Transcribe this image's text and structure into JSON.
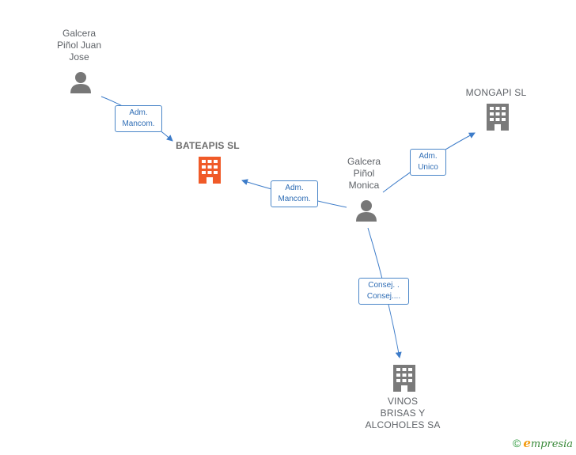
{
  "nodes": {
    "juan_jose": {
      "label": "Galcera\nPiñol Juan\nJose",
      "type": "person"
    },
    "bateapis": {
      "label": "BATEAPIS  SL",
      "type": "company",
      "color": "#f05a28"
    },
    "monica": {
      "label": "Galcera\nPiñol\nMonica",
      "type": "person"
    },
    "mongapi": {
      "label": "MONGAPI SL",
      "type": "company",
      "color": "#7a7a7a"
    },
    "vinos": {
      "label": "VINOS\nBRISAS Y\nALCOHOLES SA",
      "type": "company",
      "color": "#7a7a7a"
    }
  },
  "edges": {
    "e1": {
      "label": "Adm.\nMancom."
    },
    "e2": {
      "label": "Adm.\nMancom."
    },
    "e3": {
      "label": "Adm.\nUnico"
    },
    "e4": {
      "label": "Consej. .\nConsej...."
    }
  },
  "colors": {
    "edge": "#3d7cc9",
    "person_icon": "#777777",
    "company_icon": "#7a7a7a",
    "highlight_company": "#f05a28"
  },
  "footer": {
    "copyright": "©",
    "brand_initial": "e",
    "brand_rest": "mpresia"
  }
}
